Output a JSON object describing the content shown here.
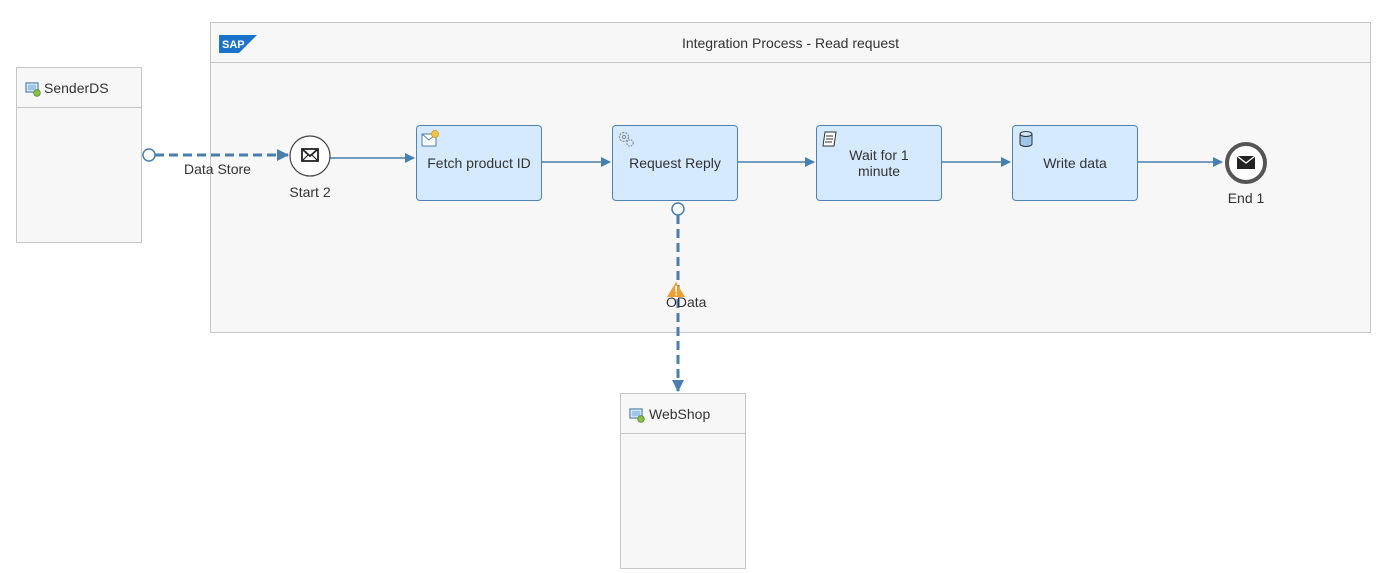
{
  "pool": {
    "title": "Integration Process - Read request",
    "logo_text": "SAP"
  },
  "participants": {
    "sender": {
      "name": "SenderDS",
      "icon": "participant-system-icon"
    },
    "receiver": {
      "name": "WebShop",
      "icon": "participant-system-icon"
    }
  },
  "events": {
    "start": {
      "label": "Start 2",
      "icon": "envelope-icon"
    },
    "end": {
      "label": "End 1",
      "icon": "envelope-filled-icon"
    }
  },
  "tasks": [
    {
      "label": "Fetch product ID",
      "icon": "content-modifier-icon"
    },
    {
      "label": "Request Reply",
      "icon": "gear-icon"
    },
    {
      "label": "Wait for 1 minute",
      "icon": "script-icon"
    },
    {
      "label": "Write data",
      "icon": "database-icon"
    }
  ],
  "connections": {
    "sender_channel": "Data Store",
    "receiver_channel": "OData",
    "receiver_warning_icon": "warning-icon"
  },
  "colors": {
    "task_fill": "#d5eaff",
    "task_border": "#4f83b5",
    "connector": "#4a7eaf",
    "pool_fill": "#f7f7f7",
    "pool_border": "#c6c6c6",
    "warning": "#f0a030",
    "sap_blue": "#1a73c8"
  }
}
